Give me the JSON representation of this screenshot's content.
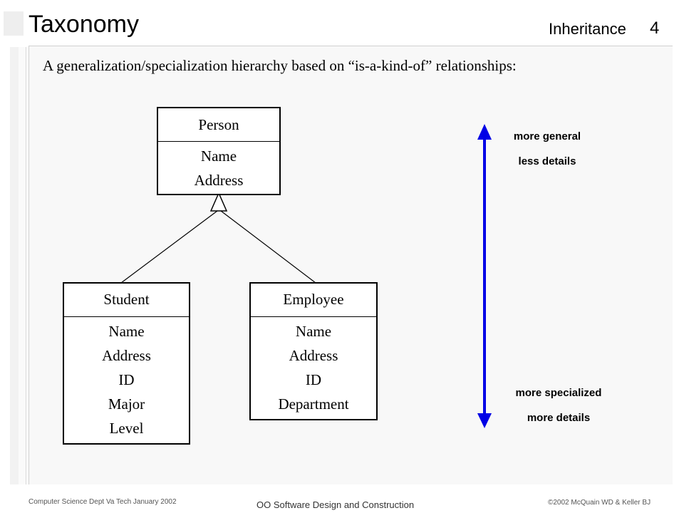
{
  "header": {
    "title": "Taxonomy",
    "topic": "Inheritance",
    "slide_number": "4"
  },
  "subtitle": "A generalization/specialization hierarchy based on “is-a-kind-of” relationships:",
  "classes": {
    "person": {
      "name": "Person",
      "attributes": [
        "Name",
        "Address"
      ]
    },
    "student": {
      "name": "Student",
      "attributes": [
        "Name",
        "Address",
        "ID",
        "Major",
        "Level"
      ]
    },
    "employee": {
      "name": "Employee",
      "attributes": [
        "Name",
        "Address",
        "ID",
        "Department"
      ]
    }
  },
  "scale": {
    "top_line1": "more general",
    "top_line2": "less details",
    "bottom_line1": "more specialized",
    "bottom_line2": "more details",
    "arrow_color": "#0000e6"
  },
  "footer": {
    "left": "Computer Science Dept Va Tech January 2002",
    "center": "OO Software Design and Construction",
    "right": "©2002  McQuain WD & Keller BJ"
  }
}
